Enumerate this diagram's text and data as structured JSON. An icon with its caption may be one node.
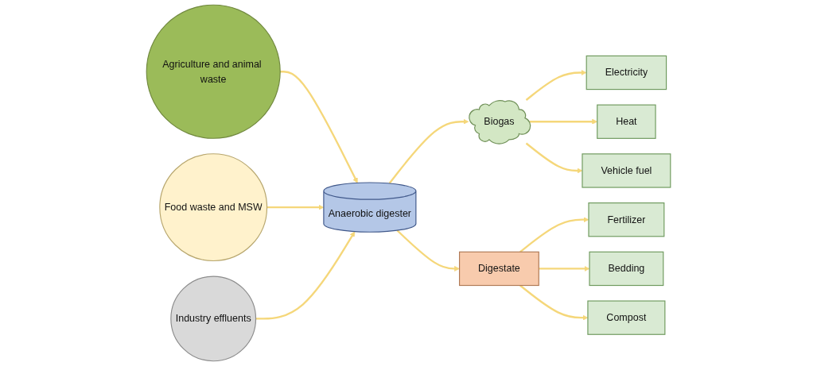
{
  "diagram": {
    "nodes": [
      {
        "text": [
          "Agriculture and animal waste"
        ]
      },
      {
        "text": [
          "Food waste and MSW"
        ]
      },
      {
        "text": [
          "Industry effluents"
        ]
      },
      {
        "text": [
          "Anaerobic digester"
        ]
      },
      {
        "text": [
          "Biogas"
        ]
      },
      {
        "text": [
          "Digestate"
        ]
      },
      {
        "text": [
          "Electricity"
        ]
      },
      {
        "text": [
          "Heat"
        ]
      },
      {
        "text": [
          "Vehicle fuel"
        ]
      },
      {
        "text": [
          "Fertilizer"
        ]
      },
      {
        "text": [
          "Bedding"
        ]
      },
      {
        "text": [
          "Compost"
        ]
      }
    ],
    "edges": [
      {
        "from": 0,
        "to": 3,
        "arrow": "to"
      },
      {
        "from": 1,
        "to": 3,
        "arrow": "to"
      },
      {
        "from": 2,
        "to": 3,
        "arrow": "to"
      },
      {
        "from": 3,
        "to": 4,
        "arrow": "to"
      },
      {
        "from": 3,
        "to": 5,
        "arrow": "to"
      },
      {
        "from": 4,
        "to": 6,
        "arrow": "to"
      },
      {
        "from": 4,
        "to": 7,
        "arrow": "to"
      },
      {
        "from": 4,
        "to": 8,
        "arrow": "to"
      },
      {
        "from": 5,
        "to": 9,
        "arrow": "to"
      },
      {
        "from": 5,
        "to": 10,
        "arrow": "to"
      },
      {
        "from": 5,
        "to": 11,
        "arrow": "to"
      }
    ]
  }
}
